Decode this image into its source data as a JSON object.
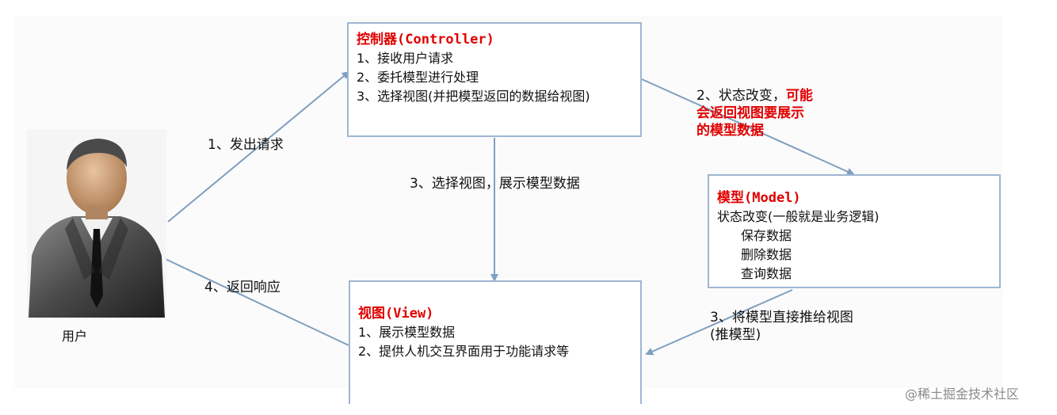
{
  "controller": {
    "title": "控制器(Controller)",
    "lines": [
      "1、接收用户请求",
      "2、委托模型进行处理",
      "3、选择视图(并把模型返回的数据给视图)"
    ]
  },
  "model": {
    "title": "模型(Model)",
    "lines": [
      "状态改变(一般就是业务逻辑)",
      "保存数据",
      "删除数据",
      "查询数据"
    ]
  },
  "view": {
    "title": "视图(View)",
    "lines": [
      "1、展示模型数据",
      "2、提供人机交互界面用于功能请求等"
    ]
  },
  "user": {
    "label": "用户",
    "icon": "user-icon"
  },
  "arrows": {
    "send_request": "1、发出请求",
    "return_response": "4、返回响应",
    "select_view": "3、选择视图，展示模型数据",
    "state_change_prefix": "2、状态改变，",
    "state_change_red_1": "可能",
    "state_change_red_2": "会返回视图要展示",
    "state_change_red_3": "的模型数据",
    "push_model_1": "3、将模型直接推给视图",
    "push_model_2": "(推模型)"
  },
  "watermark": "@稀土掘金技术社区",
  "colors": {
    "box_border": "#9db7d2",
    "arrow": "#7f9fc0",
    "title_red": "#e10000"
  }
}
